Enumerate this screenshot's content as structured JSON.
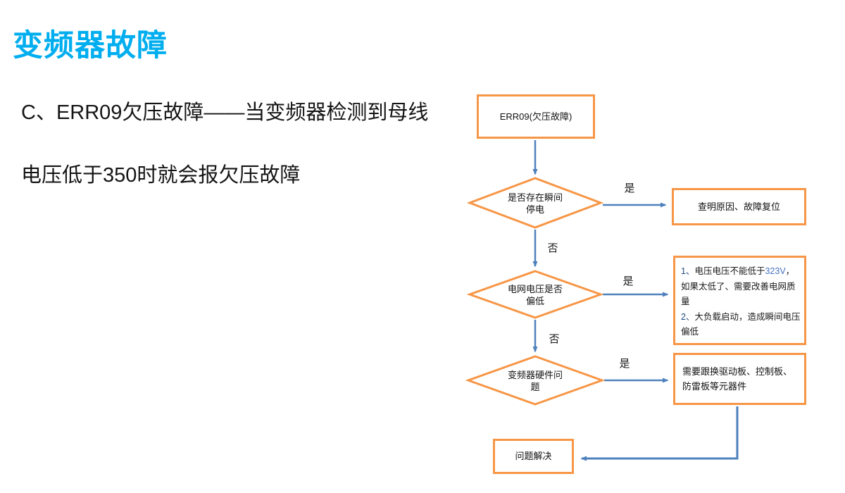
{
  "title": "变频器故障",
  "intro": {
    "line1": "C、ERR09欠压故障——当变频器检测到母线",
    "line2": "电压低于350时就会报欠压故障"
  },
  "colors": {
    "title_blue": "#00AEEF",
    "shape_border_orange": "#F79646",
    "connector_blue": "#4F81BD",
    "list_number_blue": "#1F497D",
    "value_highlight_blue": "#4472C4"
  },
  "flowchart": {
    "start_label": "ERR09(欠压故障)",
    "decision1_label": "是否存在瞬间停电",
    "decision2_label": "电网电压是否偏低",
    "decision3_label": "变频器硬件问题",
    "result1_label": "查明原因、故障复位",
    "result2_segments": [
      {
        "text": "1、",
        "color": "#1F497D"
      },
      {
        "text": "电压电压不能低于",
        "color": "#1a1a1a"
      },
      {
        "text": "323V",
        "color": "#4472C4"
      },
      {
        "text": "，如果太低了、需要改善电网质量\n",
        "color": "#1a1a1a"
      },
      {
        "text": "2、",
        "color": "#1F497D"
      },
      {
        "text": "大负载启动，造成瞬间电压偏低",
        "color": "#1a1a1a"
      }
    ],
    "result3_label": "需要跟换驱动板、控制板、防雷板等元器件",
    "end_label": "问题解决",
    "yes_label": "是",
    "no_label": "否"
  }
}
